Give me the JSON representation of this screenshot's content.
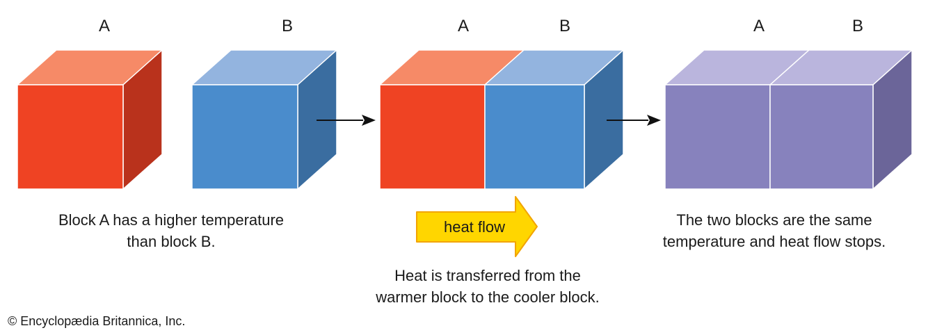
{
  "labels": {
    "a": "A",
    "b": "B"
  },
  "captions": {
    "left_line1": "Block A has a higher temperature",
    "left_line2": "than block B.",
    "middle_line1": "Heat is transferred from the",
    "middle_line2": "warmer block to the cooler block.",
    "right_line1": "The two blocks are the same",
    "right_line2": "temperature and heat flow stops."
  },
  "heat_flow_label": "heat flow",
  "copyright": "© Encyclopædia Britannica, Inc.",
  "colors": {
    "hot_front": "#ef4323",
    "hot_top": "#f68a67",
    "hot_side": "#b9321c",
    "cold_front": "#4a8ccc",
    "cold_top": "#93b4df",
    "cold_side": "#3a6da0",
    "equal_front": "#8782bd",
    "equal_top": "#bab5dd",
    "equal_side": "#6b6599",
    "heat_arrow_fill": "#ffd600",
    "heat_arrow_stroke": "#f2a400"
  }
}
